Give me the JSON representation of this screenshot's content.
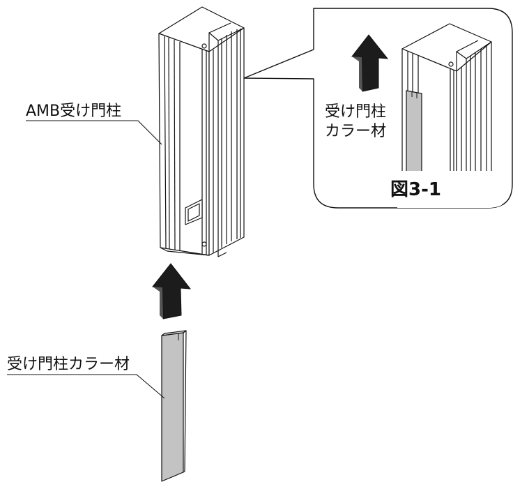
{
  "labels": {
    "post": "AMB受け門柱",
    "color_part": "受け門柱カラー材",
    "inset_line1": "受け門柱",
    "inset_line2": "カラー材",
    "figure_number": "図3-1"
  },
  "colors": {
    "line": "#111111",
    "color_part_fill": "#c3c3c3",
    "arrow_fill": "#1c1c1c",
    "background": "#ffffff"
  },
  "icons": [
    "up-arrow-icon",
    "up-arrow-icon"
  ]
}
